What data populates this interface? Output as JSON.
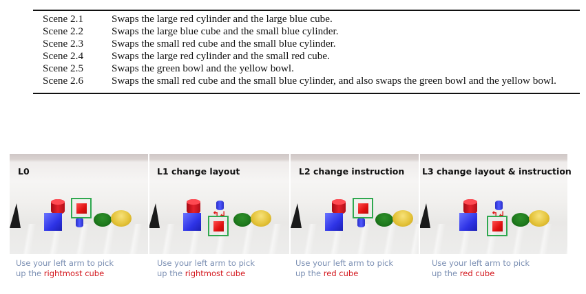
{
  "table": {
    "rows": [
      {
        "scene": "Scene 2.1",
        "description": "Swaps the large red cylinder and the large blue cube."
      },
      {
        "scene": "Scene 2.2",
        "description": "Swaps the large blue cube and the small blue cylinder."
      },
      {
        "scene": "Scene 2.3",
        "description": "Swaps the small red cube and the small blue cylinder."
      },
      {
        "scene": "Scene 2.4",
        "description": "Swaps the large red cylinder and the small red cube."
      },
      {
        "scene": "Scene 2.5",
        "description": "Swaps the green bowl and the yellow bowl."
      },
      {
        "scene": "Scene 2.6",
        "description": "Swaps the small red cube and the small blue cylinder, and also swaps the green bowl and the yellow bowl."
      }
    ]
  },
  "figure": {
    "panels": [
      {
        "title": "L0",
        "caption_prefix": "Use your left arm to pick",
        "caption_line2_pre": "up the ",
        "caption_highlight": "rightmost cube"
      },
      {
        "title": "L1 change layout",
        "caption_prefix": "Use your left arm to pick",
        "caption_line2_pre": "up the ",
        "caption_highlight": "rightmost cube"
      },
      {
        "title": "L2 change instruction",
        "caption_prefix": "Use your left arm to pick",
        "caption_line2_pre": "up the ",
        "caption_highlight": "red cube"
      },
      {
        "title": "L3 change layout & instruction",
        "caption_prefix": "Use your left arm to pick",
        "caption_line2_pre": "up the ",
        "caption_highlight": "red cube"
      }
    ],
    "colors": {
      "caption_text": "#7b8fb3",
      "caption_highlight": "#d3161c",
      "target_box": "#2fa84f",
      "swap_arrow": "#e01818"
    }
  }
}
